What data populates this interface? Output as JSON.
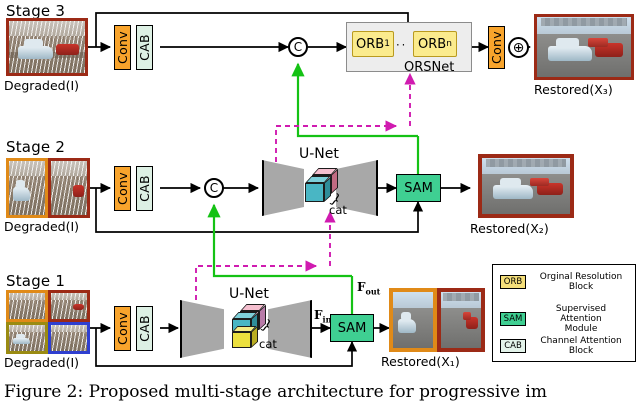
{
  "figure": {
    "caption": "Figure 2: Proposed multi-stage architecture for progressive im"
  },
  "stages": [
    {
      "id": "stage3",
      "title": "Stage 3",
      "input_label": "Degraded(I)",
      "output_label": "Restored(X₃)",
      "conv_label": "Conv",
      "cab_label": "CAB",
      "out_conv_label": "Conv",
      "concat_symbol": "C",
      "add_symbol": "⊕",
      "patch_count": 1,
      "patch_borders": [
        "#9c2a16"
      ],
      "restored_borders": [
        "#9c2a16"
      ],
      "subnet": {
        "name": "ORSNet",
        "blocks": [
          {
            "label": "ORB",
            "sub": "1"
          },
          {
            "label": "ORB",
            "sub": "n"
          }
        ],
        "ellipsis": "··"
      }
    },
    {
      "id": "stage2",
      "title": "Stage 2",
      "input_label": "Degraded(I)",
      "output_label": "Restored(X₂)",
      "conv_label": "Conv",
      "cab_label": "CAB",
      "concat_symbol": "C",
      "patch_count": 2,
      "patch_borders": [
        "#e08a18",
        "#9c2a16"
      ],
      "restored_borders": [
        "#9c2a16"
      ],
      "subnet": {
        "name": "U-Net",
        "cat_label": "cat",
        "brace": "}",
        "cube_colors": [
          "#f0a7bd",
          "#49b6c4"
        ]
      },
      "sam_label": "SAM"
    },
    {
      "id": "stage1",
      "title": "Stage 1",
      "input_label": "Degraded(I)",
      "output_label": "Restored(X₁)",
      "conv_label": "Conv",
      "cab_label": "CAB",
      "patch_count": 4,
      "patch_borders": [
        "#e08a18",
        "#9c2a16",
        "#9a8b12",
        "#2f3fd0"
      ],
      "restored_borders": [
        "#e08a18",
        "#9c2a16"
      ],
      "subnet": {
        "name": "U-Net",
        "cat_label": "cat",
        "brace": "}",
        "cube_colors": [
          "#f0a7bd",
          "#49b6c4",
          "#ece03e"
        ]
      },
      "sam_label": "SAM",
      "feat_in_label": "F",
      "feat_in_sub": "in",
      "feat_out_label": "F",
      "feat_out_sub": "out"
    }
  ],
  "legend": {
    "items": [
      {
        "chip": "ORB",
        "chip_bg": "#f5df7a",
        "line1": "Orginal Resolution",
        "line2": "Block"
      },
      {
        "chip": "SAM",
        "chip_bg": "#3fcf92",
        "line1": "Supervised Attention",
        "line2": "Module"
      },
      {
        "chip": "CAB",
        "chip_bg": "#e3f3ea",
        "line1": "Channel Attention",
        "line2": "Block"
      }
    ]
  },
  "colors": {
    "conv": "#f8a42c",
    "cab": "#ddf0e4",
    "sam": "#3fcf92",
    "orb": "#fbeb8d",
    "unet": "#a8a8a8",
    "green_path": "#15c215",
    "magenta_path": "#d01bb0",
    "black": "#000000"
  }
}
